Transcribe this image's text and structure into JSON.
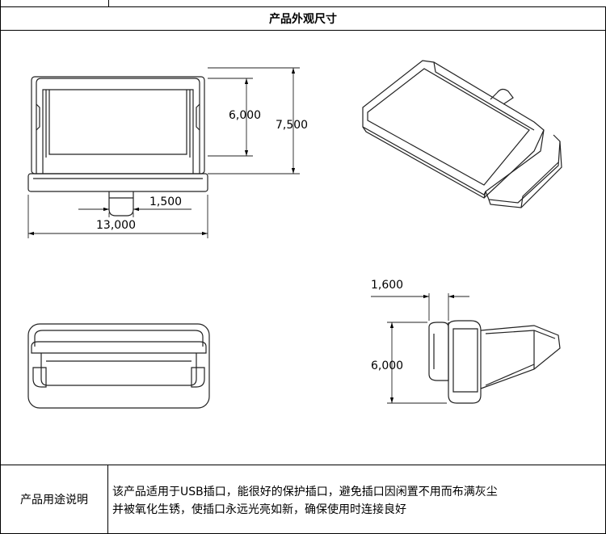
{
  "header": {
    "title": "产品外观尺寸"
  },
  "drawing": {
    "front_view": {
      "dimensions": {
        "inner_height": "6,000",
        "total_height": "7,500",
        "pin_width": "1,500",
        "total_width": "13,000"
      }
    },
    "side_view": {
      "dimensions": {
        "flange_thickness": "1,600",
        "height": "6,000"
      }
    }
  },
  "usage": {
    "label": "产品用途说明",
    "line1": "该产品适用于USB插口，能很好的保护插口，避免插口因闲置不用而布满灰尘",
    "line2": "并被氧化生锈，使插口永远光亮如新，确保使用时连接良好"
  }
}
